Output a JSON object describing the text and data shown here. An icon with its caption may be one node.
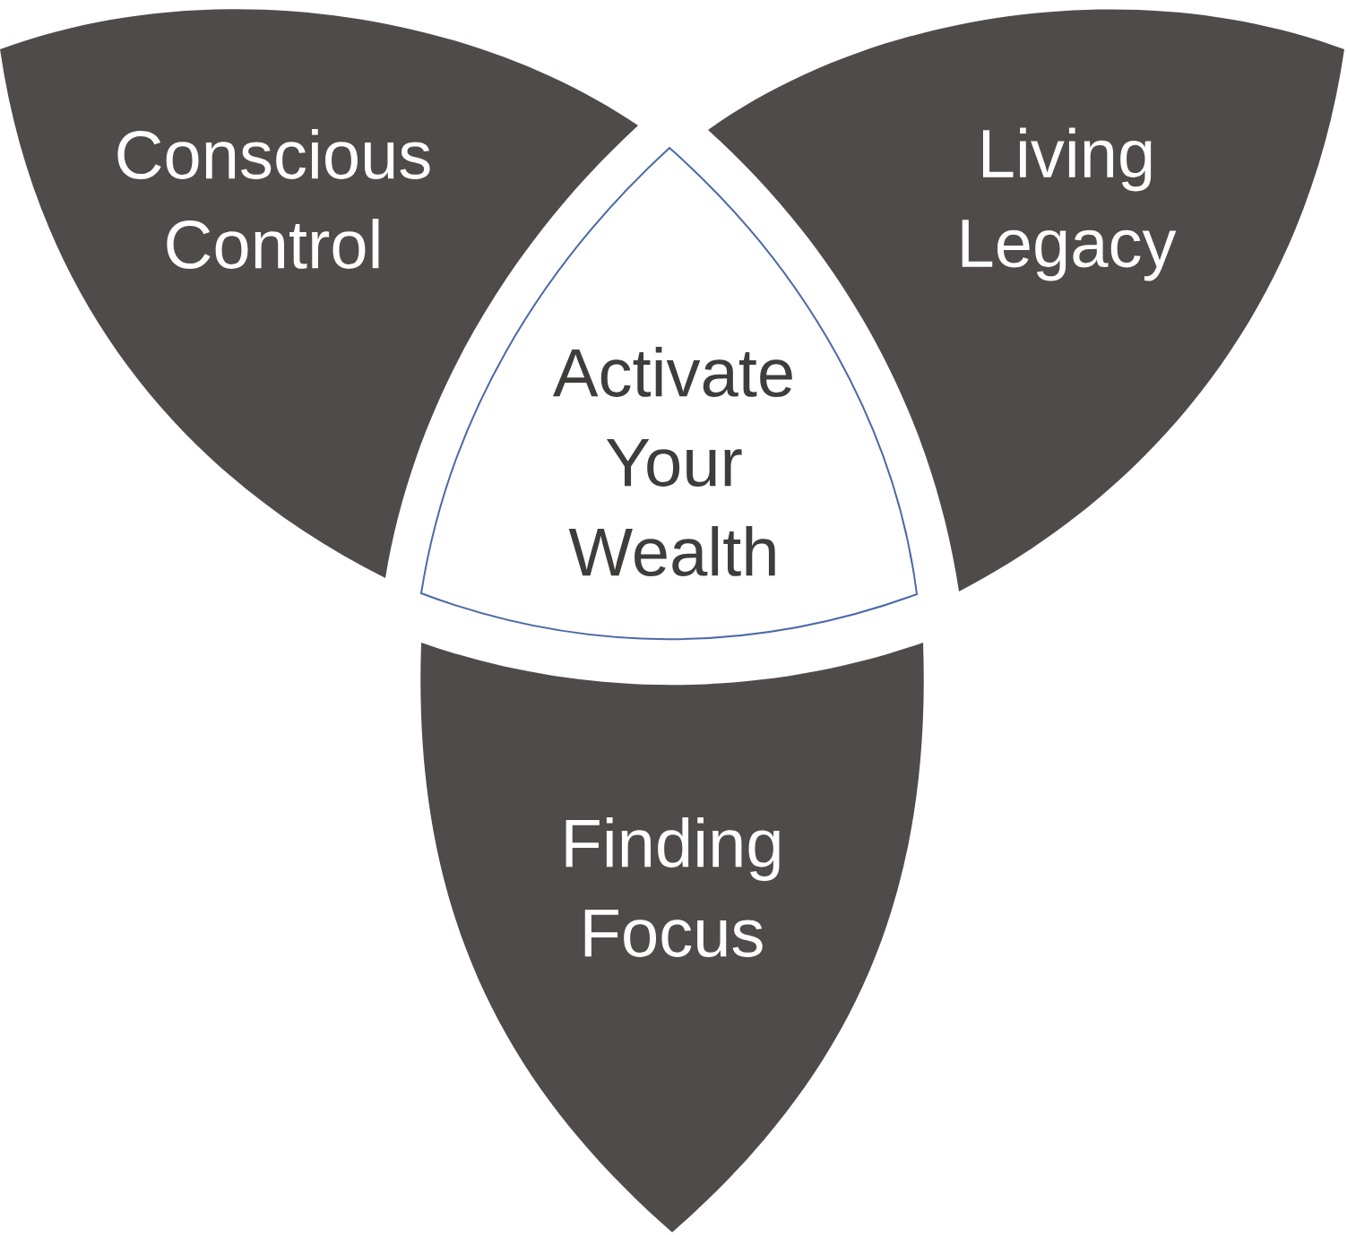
{
  "diagram": {
    "nodes": [
      {
        "text": [
          "Conscious Control"
        ]
      },
      {
        "text": [
          "Living Legacy"
        ]
      },
      {
        "text": [
          "Activate Your Wealth"
        ]
      },
      {
        "text": [
          "Finding Focus"
        ]
      }
    ]
  }
}
